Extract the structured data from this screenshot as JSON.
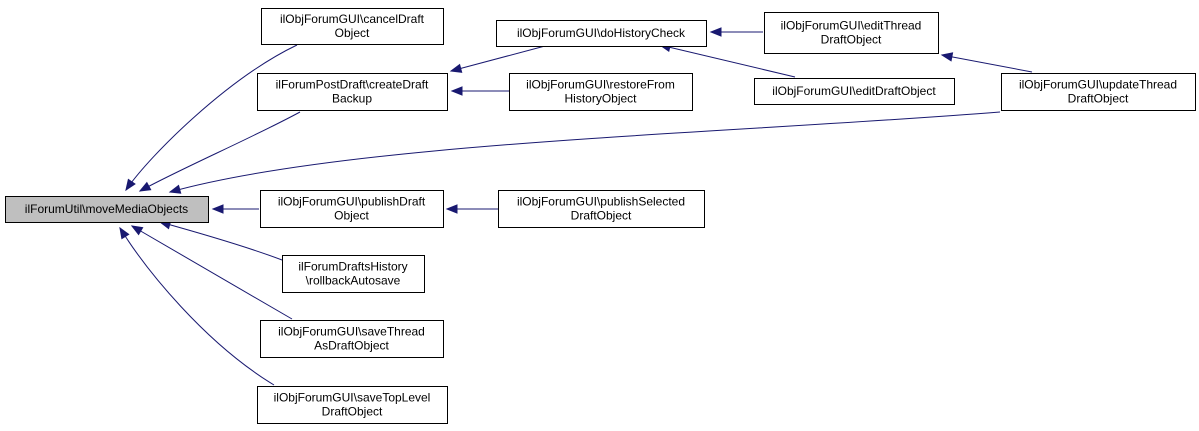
{
  "colors": {
    "edge": "#191970",
    "root_fill": "#bfbfbf",
    "node_fill": "#ffffff",
    "node_border": "#000000"
  },
  "nodes": {
    "root": {
      "lines": [
        "ilForumUtil\\moveMediaObjects"
      ]
    },
    "cancel_draft": {
      "lines": [
        "ilObjForumGUI\\cancelDraft",
        "Object"
      ]
    },
    "create_draft_backup": {
      "lines": [
        "ilForumPostDraft\\createDraft",
        "Backup"
      ]
    },
    "publish_draft": {
      "lines": [
        "ilObjForumGUI\\publishDraft",
        "Object"
      ]
    },
    "rollback_autosave": {
      "lines": [
        "ilForumDraftsHistory",
        "\\rollbackAutosave"
      ]
    },
    "save_thread_as_draft": {
      "lines": [
        "ilObjForumGUI\\saveThread",
        "AsDraftObject"
      ]
    },
    "save_top_level_draft": {
      "lines": [
        "ilObjForumGUI\\saveTopLevel",
        "DraftObject"
      ]
    },
    "do_history_check": {
      "lines": [
        "ilObjForumGUI\\doHistoryCheck"
      ]
    },
    "restore_from_history": {
      "lines": [
        "ilObjForumGUI\\restoreFrom",
        "HistoryObject"
      ]
    },
    "publish_selected_draft": {
      "lines": [
        "ilObjForumGUI\\publishSelected",
        "DraftObject"
      ]
    },
    "edit_thread_draft": {
      "lines": [
        "ilObjForumGUI\\editThread",
        "DraftObject"
      ]
    },
    "edit_draft_object": {
      "lines": [
        "ilObjForumGUI\\editDraftObject"
      ]
    },
    "update_thread_draft": {
      "lines": [
        "ilObjForumGUI\\updateThread",
        "DraftObject"
      ]
    }
  },
  "edges": [
    {
      "from": "cancel_draft",
      "to": "root"
    },
    {
      "from": "create_draft_backup",
      "to": "root"
    },
    {
      "from": "update_thread_draft",
      "to": "root"
    },
    {
      "from": "publish_draft",
      "to": "root"
    },
    {
      "from": "rollback_autosave",
      "to": "root"
    },
    {
      "from": "save_thread_as_draft",
      "to": "root"
    },
    {
      "from": "save_top_level_draft",
      "to": "root"
    },
    {
      "from": "do_history_check",
      "to": "create_draft_backup"
    },
    {
      "from": "restore_from_history",
      "to": "create_draft_backup"
    },
    {
      "from": "publish_selected_draft",
      "to": "publish_draft"
    },
    {
      "from": "edit_thread_draft",
      "to": "do_history_check"
    },
    {
      "from": "edit_draft_object",
      "to": "do_history_check"
    },
    {
      "from": "update_thread_draft",
      "to": "edit_thread_draft"
    }
  ]
}
